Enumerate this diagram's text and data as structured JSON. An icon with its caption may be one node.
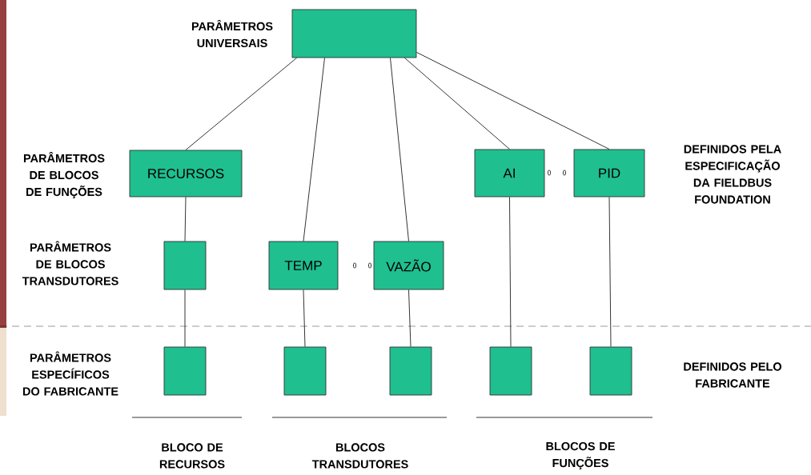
{
  "diagram": {
    "nodes": [
      {
        "text": [],
        "shape": "box"
      },
      {
        "text": [
          "RECURSOS"
        ]
      },
      {
        "text": [
          "AI"
        ]
      },
      {
        "text": [
          "PID"
        ]
      },
      {
        "text": [
          "TEMP"
        ]
      },
      {
        "text": [
          "VAZÃO"
        ]
      },
      {
        "text": [],
        "shape": "box"
      },
      {
        "text": [],
        "shape": "box"
      },
      {
        "text": [],
        "shape": "box"
      },
      {
        "text": [],
        "shape": "box"
      },
      {
        "text": [],
        "shape": "box"
      },
      {
        "text": [],
        "shape": "box"
      }
    ],
    "edges": [
      {
        "from": 0,
        "to": 1,
        "arrow": "none"
      },
      {
        "from": 0,
        "to": 4,
        "arrow": "none"
      },
      {
        "from": 0,
        "to": 5,
        "arrow": "none"
      },
      {
        "from": 0,
        "to": 2,
        "arrow": "none"
      },
      {
        "from": 0,
        "to": 3,
        "arrow": "none"
      },
      {
        "from": 1,
        "to": 6,
        "arrow": "none"
      },
      {
        "from": 6,
        "to": 7,
        "arrow": "none"
      },
      {
        "from": 4,
        "to": 8,
        "arrow": "none"
      },
      {
        "from": 5,
        "to": 9,
        "arrow": "none"
      },
      {
        "from": 2,
        "to": 10,
        "arrow": "none"
      },
      {
        "from": 3,
        "to": 11,
        "arrow": "none"
      }
    ],
    "labels": [
      "PARÂMETROS UNIVERSAIS",
      "PARÂMETROS DE BLOCOS DE FUNÇÕES",
      "DEFINIDOS PELA ESPECIFICAÇÃO DA FIELDBUS FOUNDATION",
      "PARÂMETROS DE BLOCOS TRANSDUTORES",
      "PARÂMETROS ESPECÍFICOS DO FABRICANTE",
      "DEFINIDOS PELO FABRICANTE",
      "BLOCO DE RECURSOS",
      "BLOCOS TRANSDUTORES",
      "BLOCOS DE FUNÇÕES"
    ]
  }
}
